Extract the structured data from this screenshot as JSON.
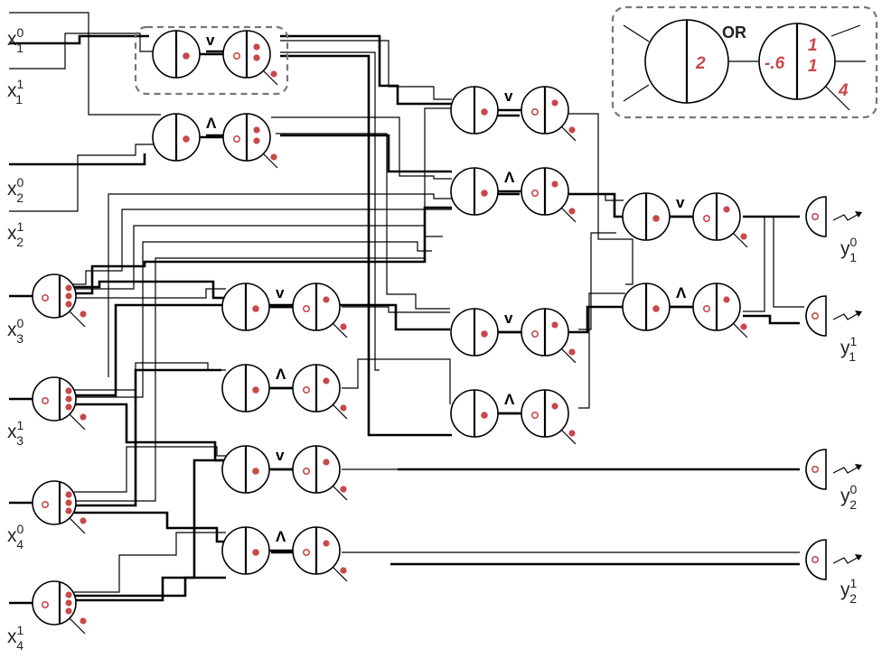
{
  "inputs": [
    {
      "base": "x",
      "sub": "1",
      "sup": "0"
    },
    {
      "base": "x",
      "sub": "1",
      "sup": "1"
    },
    {
      "base": "x",
      "sub": "2",
      "sup": "0"
    },
    {
      "base": "x",
      "sub": "2",
      "sup": "1"
    },
    {
      "base": "x",
      "sub": "3",
      "sup": "0"
    },
    {
      "base": "x",
      "sub": "3",
      "sup": "1"
    },
    {
      "base": "x",
      "sub": "4",
      "sup": "0"
    },
    {
      "base": "x",
      "sub": "4",
      "sup": "1"
    }
  ],
  "outputs": [
    {
      "base": "y",
      "sub": "1",
      "sup": "0"
    },
    {
      "base": "y",
      "sub": "1",
      "sup": "1"
    },
    {
      "base": "y",
      "sub": "2",
      "sup": "0"
    },
    {
      "base": "y",
      "sub": "2",
      "sup": "1"
    }
  ],
  "operators": {
    "or": "v",
    "and": "Λ"
  },
  "legend": {
    "title": "OR",
    "threshold_left": "2",
    "threshold_right": "-.6",
    "weight_top": "1",
    "weight_mid": "1",
    "weight_bottom": "4"
  },
  "colors": {
    "accent": "#c9484a",
    "wire": "#000000",
    "box": "#777777"
  }
}
